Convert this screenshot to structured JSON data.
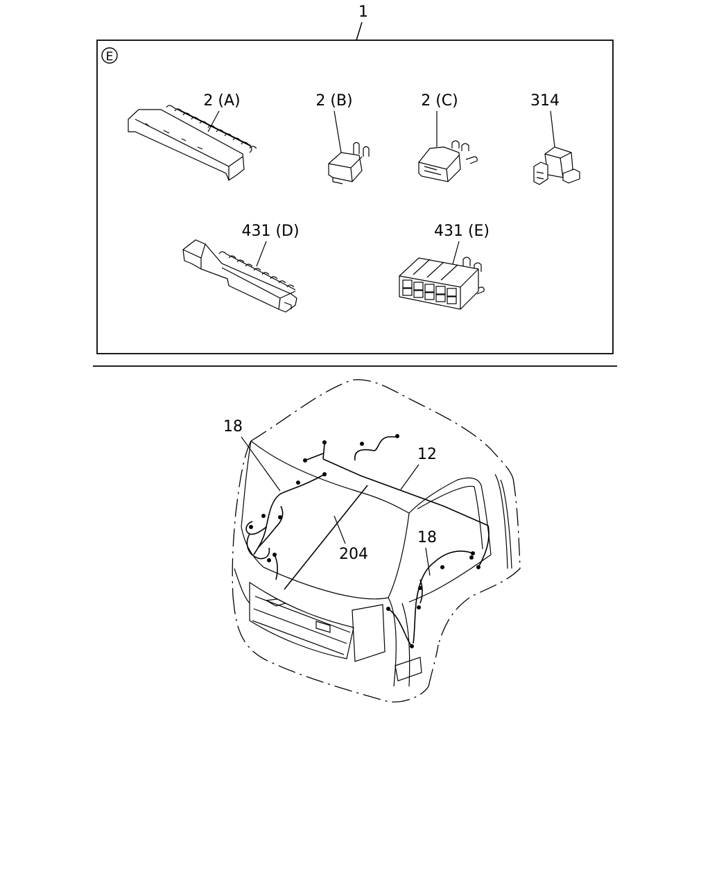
{
  "assembly": {
    "callout": "1"
  },
  "kit_box": {
    "badge": "E",
    "parts": {
      "p2a": "2 (A)",
      "p2b": "2 (B)",
      "p2c": "2 (C)",
      "p314": "314",
      "p431d": "431 (D)",
      "p431e": "431 (E)"
    }
  },
  "cab_view": {
    "callouts": {
      "left18": "18",
      "c12": "12",
      "c204": "204",
      "right18": "18"
    }
  }
}
